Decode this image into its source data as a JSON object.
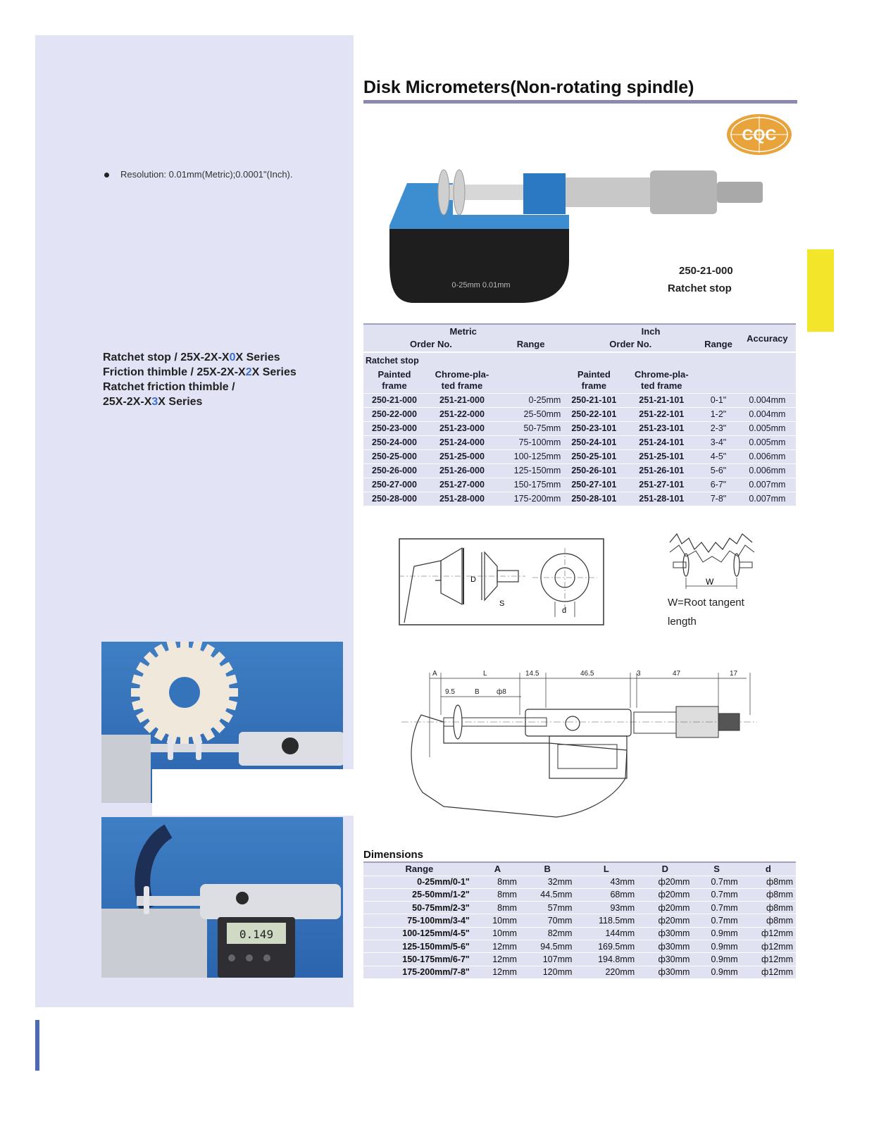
{
  "page": {
    "title": "Disk Micrometers(Non-rotating spindle)",
    "resolution_note": "Resolution: 0.01mm(Metric);0.0001\"(Inch).",
    "series": {
      "line1_a": "Ratchet stop / 25X-2X-X",
      "line1_b": "0",
      "line1_c": "X Series",
      "line2_a": "Friction thimble / 25X-2X-X",
      "line2_b": "2",
      "line2_c": "X Series",
      "line3": "Ratchet friction thimble /",
      "line4_a": "25X-2X-X",
      "line4_b": "3",
      "line4_c": "X Series"
    },
    "logo_text": "CQC",
    "hero": {
      "frame_marking": "0-25mm  0.01mm",
      "model_code": "250-21-000",
      "model_desc": "Ratchet stop"
    },
    "display_reading": "0.149"
  },
  "order_table": {
    "group_metric": "Metric",
    "group_inch": "Inch",
    "accuracy": "Accuracy",
    "order_no": "Order No.",
    "range": "Range",
    "ratchet_stop": "Ratchet stop",
    "painted_frame": [
      "Painted",
      "frame"
    ],
    "chrome_frame": [
      "Chrome-pla-",
      "ted frame"
    ],
    "rows": [
      [
        "250-21-000",
        "251-21-000",
        "0-25mm",
        "250-21-101",
        "251-21-101",
        "0-1\"",
        "0.004mm"
      ],
      [
        "250-22-000",
        "251-22-000",
        "25-50mm",
        "250-22-101",
        "251-22-101",
        "1-2\"",
        "0.004mm"
      ],
      [
        "250-23-000",
        "251-23-000",
        "50-75mm",
        "250-23-101",
        "251-23-101",
        "2-3\"",
        "0.005mm"
      ],
      [
        "250-24-000",
        "251-24-000",
        "75-100mm",
        "250-24-101",
        "251-24-101",
        "3-4\"",
        "0.005mm"
      ],
      [
        "250-25-000",
        "251-25-000",
        "100-125mm",
        "250-25-101",
        "251-25-101",
        "4-5\"",
        "0.006mm"
      ],
      [
        "250-26-000",
        "251-26-000",
        "125-150mm",
        "250-26-101",
        "251-26-101",
        "5-6\"",
        "0.006mm"
      ],
      [
        "250-27-000",
        "251-27-000",
        "150-175mm",
        "250-27-101",
        "251-27-101",
        "6-7\"",
        "0.007mm"
      ],
      [
        "250-28-000",
        "251-28-000",
        "175-200mm",
        "250-28-101",
        "251-28-101",
        "7-8\"",
        "0.007mm"
      ]
    ]
  },
  "diagram1": {
    "label_D": "D",
    "label_S": "S",
    "label_d": "d"
  },
  "gear_diagram": {
    "label_W": "W",
    "caption_1": "W=Root  tangent",
    "caption_2": "length"
  },
  "diagram2": {
    "dims": {
      "A": "A",
      "L": "L",
      "d14_5": "14.5",
      "d46_5": "46.5",
      "d3": "3",
      "d47": "47",
      "d17": "17",
      "d9_5": "9.5",
      "B": "B",
      "phi8": "ф8"
    }
  },
  "dim_table": {
    "title": "Dimensions",
    "headers": [
      "Range",
      "A",
      "B",
      "L",
      "D",
      "S",
      "d"
    ],
    "rows": [
      [
        "0-25mm/0-1\"",
        "8mm",
        "32mm",
        "43mm",
        "ф20mm",
        "0.7mm",
        "ф8mm"
      ],
      [
        "25-50mm/1-2\"",
        "8mm",
        "44.5mm",
        "68mm",
        "ф20mm",
        "0.7mm",
        "ф8mm"
      ],
      [
        "50-75mm/2-3\"",
        "8mm",
        "57mm",
        "93mm",
        "ф20mm",
        "0.7mm",
        "ф8mm"
      ],
      [
        "75-100mm/3-4\"",
        "10mm",
        "70mm",
        "118.5mm",
        "ф20mm",
        "0.7mm",
        "ф8mm"
      ],
      [
        "100-125mm/4-5\"",
        "10mm",
        "82mm",
        "144mm",
        "ф30mm",
        "0.9mm",
        "ф12mm"
      ],
      [
        "125-150mm/5-6\"",
        "12mm",
        "94.5mm",
        "169.5mm",
        "ф30mm",
        "0.9mm",
        "ф12mm"
      ],
      [
        "150-175mm/6-7\"",
        "12mm",
        "107mm",
        "194.8mm",
        "ф30mm",
        "0.9mm",
        "ф12mm"
      ],
      [
        "175-200mm/7-8\"",
        "12mm",
        "120mm",
        "220mm",
        "ф30mm",
        "0.9mm",
        "ф12mm"
      ]
    ]
  },
  "colors": {
    "sidebar": "#e2e3f4",
    "accent_bar": "#4b6bb5",
    "yellow_tab": "#f2e52a",
    "title_rule": "#8a8ab0",
    "table_bg": "#e1e2f1",
    "series_highlight": "#3a6fd0"
  }
}
